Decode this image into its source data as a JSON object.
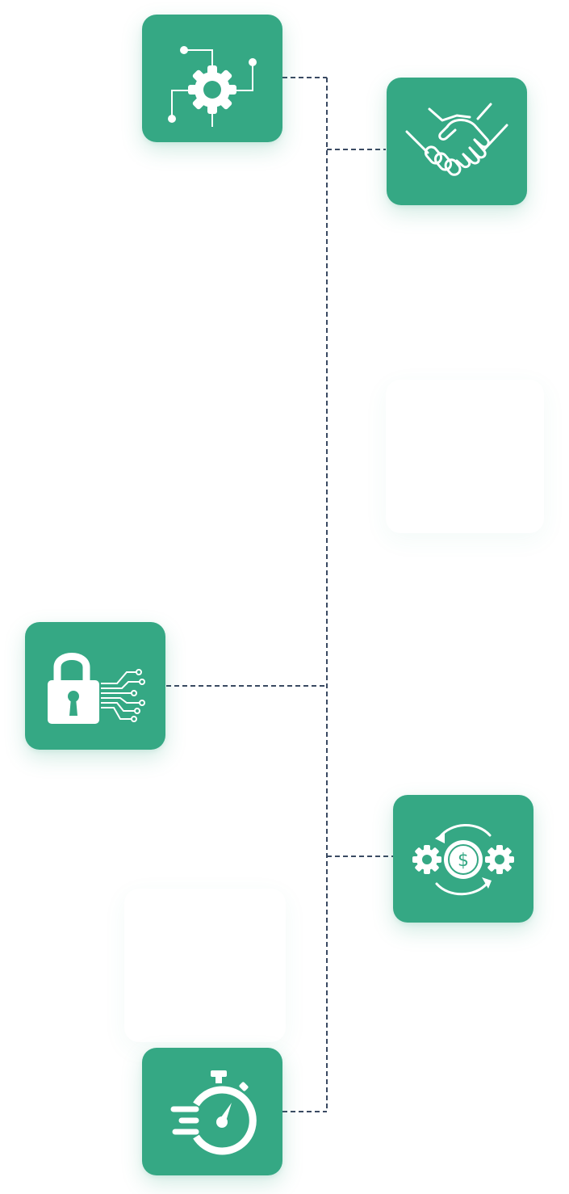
{
  "diagram": {
    "accent_color": "#35a884",
    "connector_color": "#3a4a62",
    "icon_color": "#ffffff",
    "nodes": [
      {
        "id": "automation",
        "icon": "gear-circuit-icon"
      },
      {
        "id": "partnership",
        "icon": "handshake-icon"
      },
      {
        "id": "security",
        "icon": "padlock-circuit-icon"
      },
      {
        "id": "finance",
        "icon": "dollar-gears-cycle-icon"
      },
      {
        "id": "speed",
        "icon": "stopwatch-speed-icon"
      }
    ],
    "empty_cards": 2
  }
}
